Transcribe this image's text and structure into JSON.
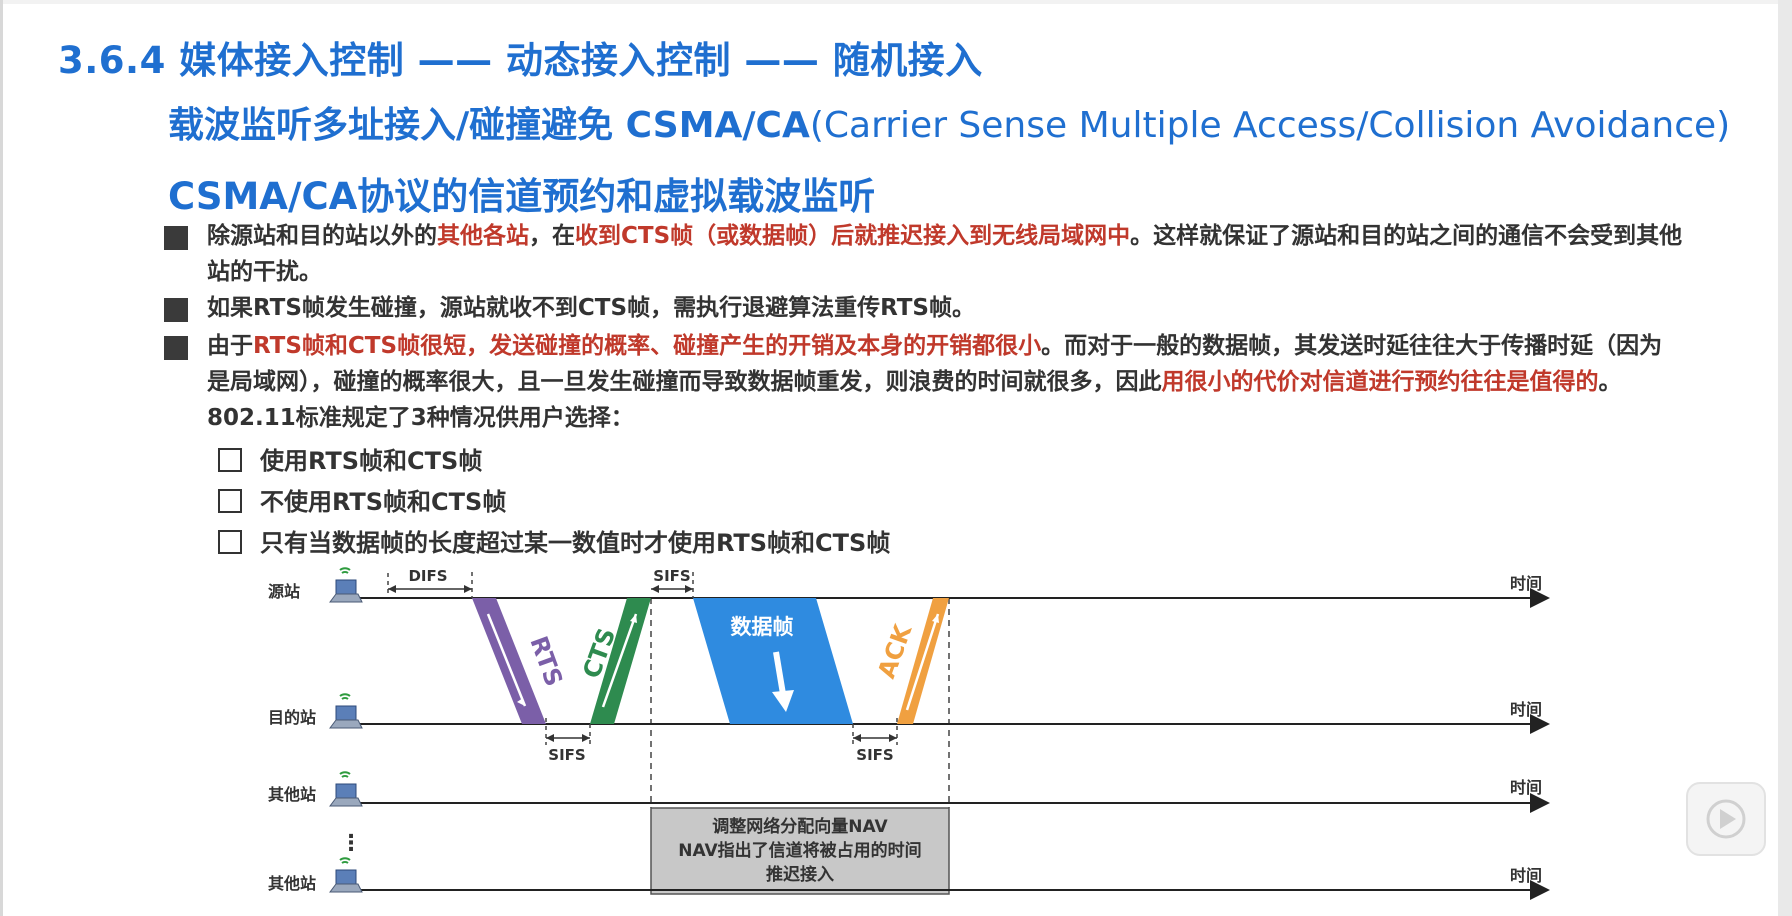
{
  "slide": {
    "title_line1": "3.6.4 媒体接入控制 —— 动态接入控制 —— 随机接入",
    "title_line2_bold": "载波监听多址接入/碰撞避免 CSMA/CA",
    "title_line2_rest": "(Carrier Sense Multiple Access/Collision Avoidance)",
    "title_line3": "CSMA/CA协议的信道预约和虚拟载波监听"
  },
  "bullets": [
    {
      "parts": [
        {
          "text": "除源站和目的站以外的",
          "red": false
        },
        {
          "text": "其他各站",
          "red": true
        },
        {
          "text": "，在",
          "red": false
        },
        {
          "text": "收到CTS帧（或数据帧）后就推迟接入到无线局域网中",
          "red": true
        },
        {
          "text": "。这样就保证了源站和目的站之间的通信不会受到其他站的干扰。",
          "red": false
        }
      ]
    },
    {
      "parts": [
        {
          "text": "如果RTS帧发生碰撞，源站就收不到CTS帧，需执行退避算法重传RTS帧。",
          "red": false
        }
      ]
    },
    {
      "parts": [
        {
          "text": "由于",
          "red": false
        },
        {
          "text": "RTS帧和CTS帧很短，发送碰撞的概率、碰撞产生的开销及本身的开销都很小",
          "red": true
        },
        {
          "text": "。而对于一般的数据帧，其发送时延往往大于传播时延（因为是局域网），碰撞的概率很大，且一旦发生碰撞而导致数据帧重发，则浪费的时间就很多，因此",
          "red": false
        },
        {
          "text": "用很小的代价对信道进行预约往往是值得的",
          "red": true
        },
        {
          "text": "。802.11标准规定了3种情况供用户选择：",
          "red": false
        }
      ]
    }
  ],
  "options": [
    "使用RTS帧和CTS帧",
    "不使用RTS帧和CTS帧",
    "只有当数据帧的长度超过某一数值时才使用RTS帧和CTS帧"
  ],
  "diagram": {
    "stations": [
      "源站",
      "目的站",
      "其他站",
      "其他站"
    ],
    "time_label": "时间",
    "difs": "DIFS",
    "sifs": "SIFS",
    "frames": {
      "rts": "RTS",
      "cts": "CTS",
      "data": "数据帧",
      "ack": "ACK"
    },
    "nav_lines": [
      "调整网络分配向量NAV",
      "NAV指出了信道将被占用的时间",
      "推迟接入"
    ],
    "ellipsis": "⋮",
    "colors": {
      "rts": "#7b5fa8",
      "cts": "#2e8b4f",
      "data": "#2f8be0",
      "ack": "#f0a040",
      "nav": "#c8c8c8",
      "title": "#1f6fd0",
      "highlight": "#c0392b"
    }
  }
}
